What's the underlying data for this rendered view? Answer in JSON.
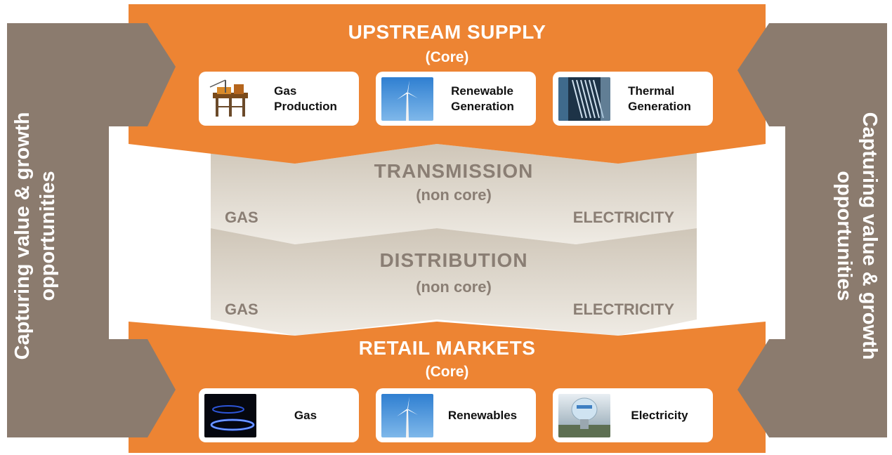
{
  "upstream": {
    "title": "UPSTREAM SUPPLY",
    "subtitle": "(Core)",
    "cards": [
      {
        "label": "Gas\nProduction",
        "icon": "offshore-platform-icon"
      },
      {
        "label": "Renewable\nGeneration",
        "icon": "wind-turbine-icon"
      },
      {
        "label": "Thermal\nGeneration",
        "icon": "turbine-blades-icon"
      }
    ]
  },
  "transmission": {
    "title": "TRANSMISSION",
    "subtitle": "(non core)",
    "left": "GAS",
    "right": "ELECTRICITY"
  },
  "distribution": {
    "title": "DISTRIBUTION",
    "subtitle": "(non core)",
    "left": "GAS",
    "right": "ELECTRICITY"
  },
  "retail": {
    "title": "RETAIL MARKETS",
    "subtitle": "(Core)",
    "cards": [
      {
        "label": "Gas",
        "icon": "gas-flame-icon"
      },
      {
        "label": "Renewables",
        "icon": "wind-turbine-icon"
      },
      {
        "label": "Electricity",
        "icon": "light-bulb-icon"
      }
    ]
  },
  "side": {
    "left_text": "Capturing value & growth\nopportunities",
    "right_text": "Capturing value & growth\nopportunities"
  },
  "colors": {
    "orange": "#ed8433",
    "taupe": "#8b7b6e",
    "band": "#d9d2c6",
    "grey_text": "#8a7e74"
  }
}
